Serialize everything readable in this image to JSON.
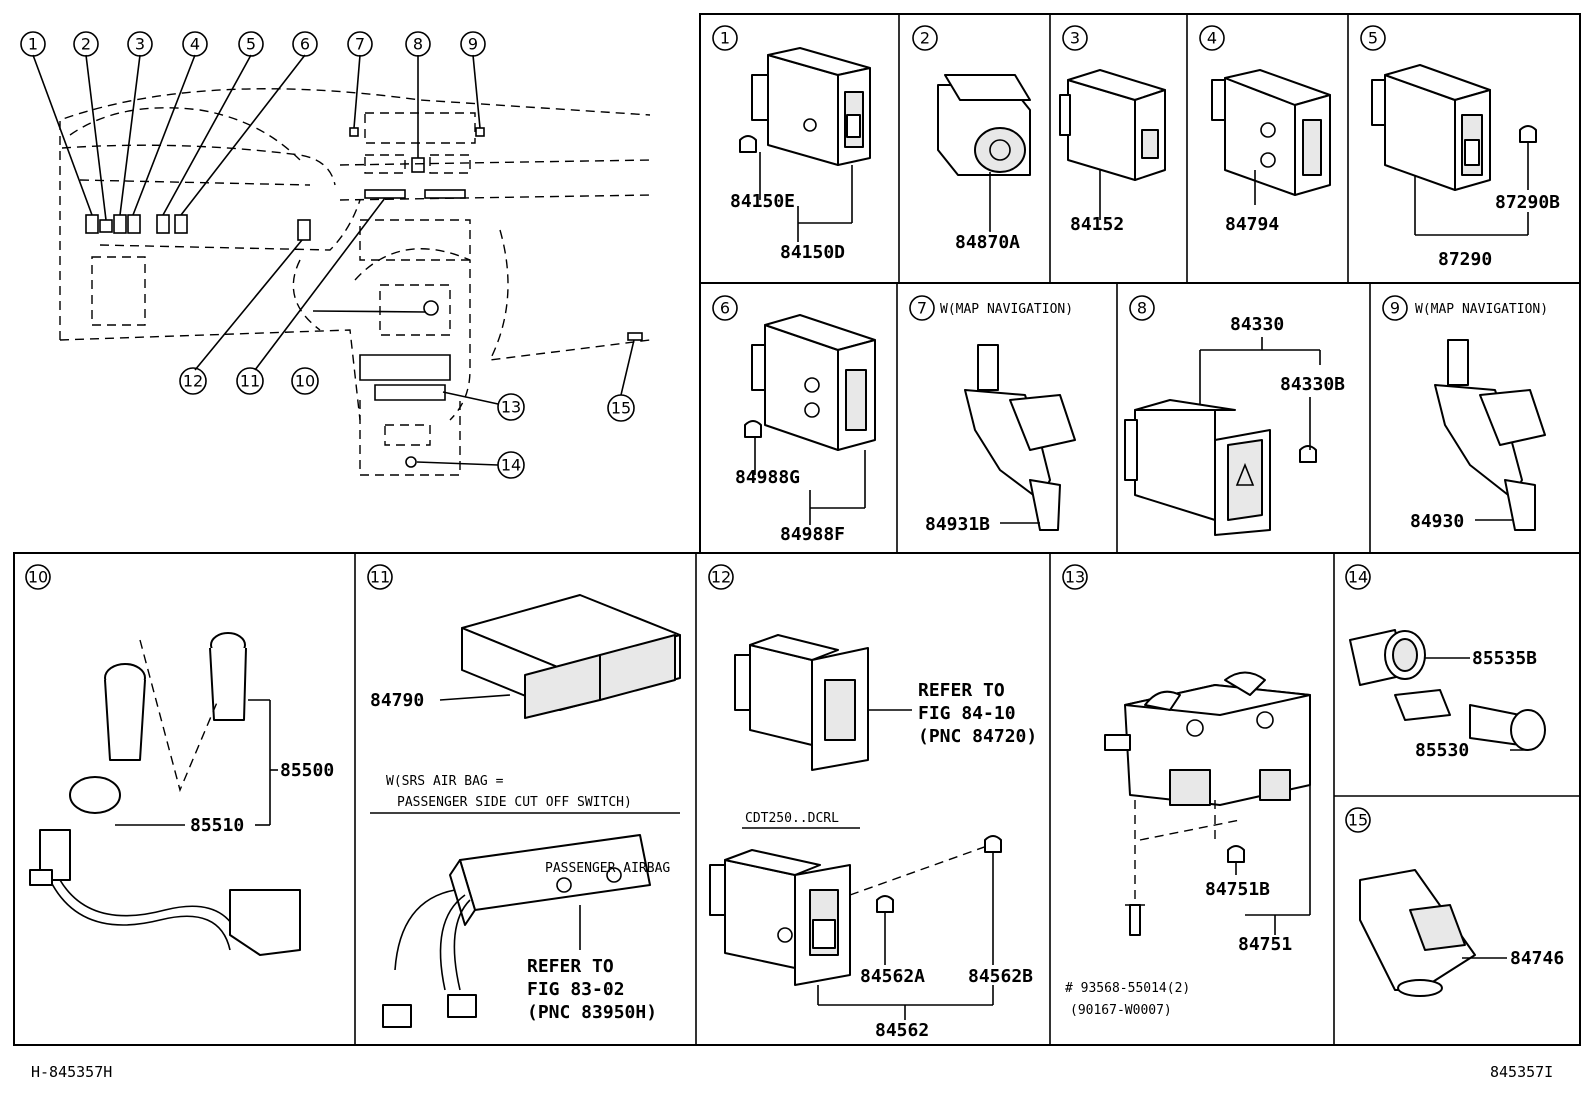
{
  "overview": {
    "callouts": [
      "1",
      "2",
      "3",
      "4",
      "5",
      "6",
      "7",
      "8",
      "9",
      "10",
      "11",
      "12",
      "13",
      "14",
      "15"
    ]
  },
  "panels": [
    {
      "num": "1",
      "parts": [
        "84150E",
        "84150D"
      ]
    },
    {
      "num": "2",
      "parts": [
        "84870A"
      ]
    },
    {
      "num": "3",
      "parts": [
        "84152"
      ]
    },
    {
      "num": "4",
      "parts": [
        "84794"
      ]
    },
    {
      "num": "5",
      "parts": [
        "87290B",
        "87290"
      ]
    },
    {
      "num": "6",
      "parts": [
        "84988G",
        "84988F"
      ]
    },
    {
      "num": "7",
      "note": "W(MAP NAVIGATION)",
      "parts": [
        "84931B"
      ]
    },
    {
      "num": "8",
      "parts": [
        "84330",
        "84330B"
      ]
    },
    {
      "num": "9",
      "note": "W(MAP NAVIGATION)",
      "parts": [
        "84930"
      ]
    },
    {
      "num": "10",
      "parts": [
        "85500",
        "85510"
      ]
    },
    {
      "num": "11",
      "parts": [
        "84790"
      ],
      "note1": "W(SRS AIR BAG =",
      "note2": "PASSENGER SIDE CUT OFF SWITCH)",
      "ref": [
        "REFER TO",
        "FIG 83-02",
        "(PNC 83950H)"
      ],
      "label_text": "PASSENGER AIRBAG"
    },
    {
      "num": "12",
      "ref": [
        "REFER TO",
        "FIG 84-10",
        "(PNC 84720)"
      ],
      "note": "CDT250..DCRL",
      "parts": [
        "84562A",
        "84562B",
        "84562"
      ]
    },
    {
      "num": "13",
      "parts": [
        "84751B",
        "84751"
      ],
      "note1": "# 93568-55014(2)",
      "note2": "(90167-W0007)"
    },
    {
      "num": "14",
      "parts": [
        "85535B",
        "85530"
      ]
    },
    {
      "num": "15",
      "parts": [
        "84746"
      ]
    }
  ],
  "footer": {
    "left": "H-845357H",
    "right": "845357I"
  }
}
